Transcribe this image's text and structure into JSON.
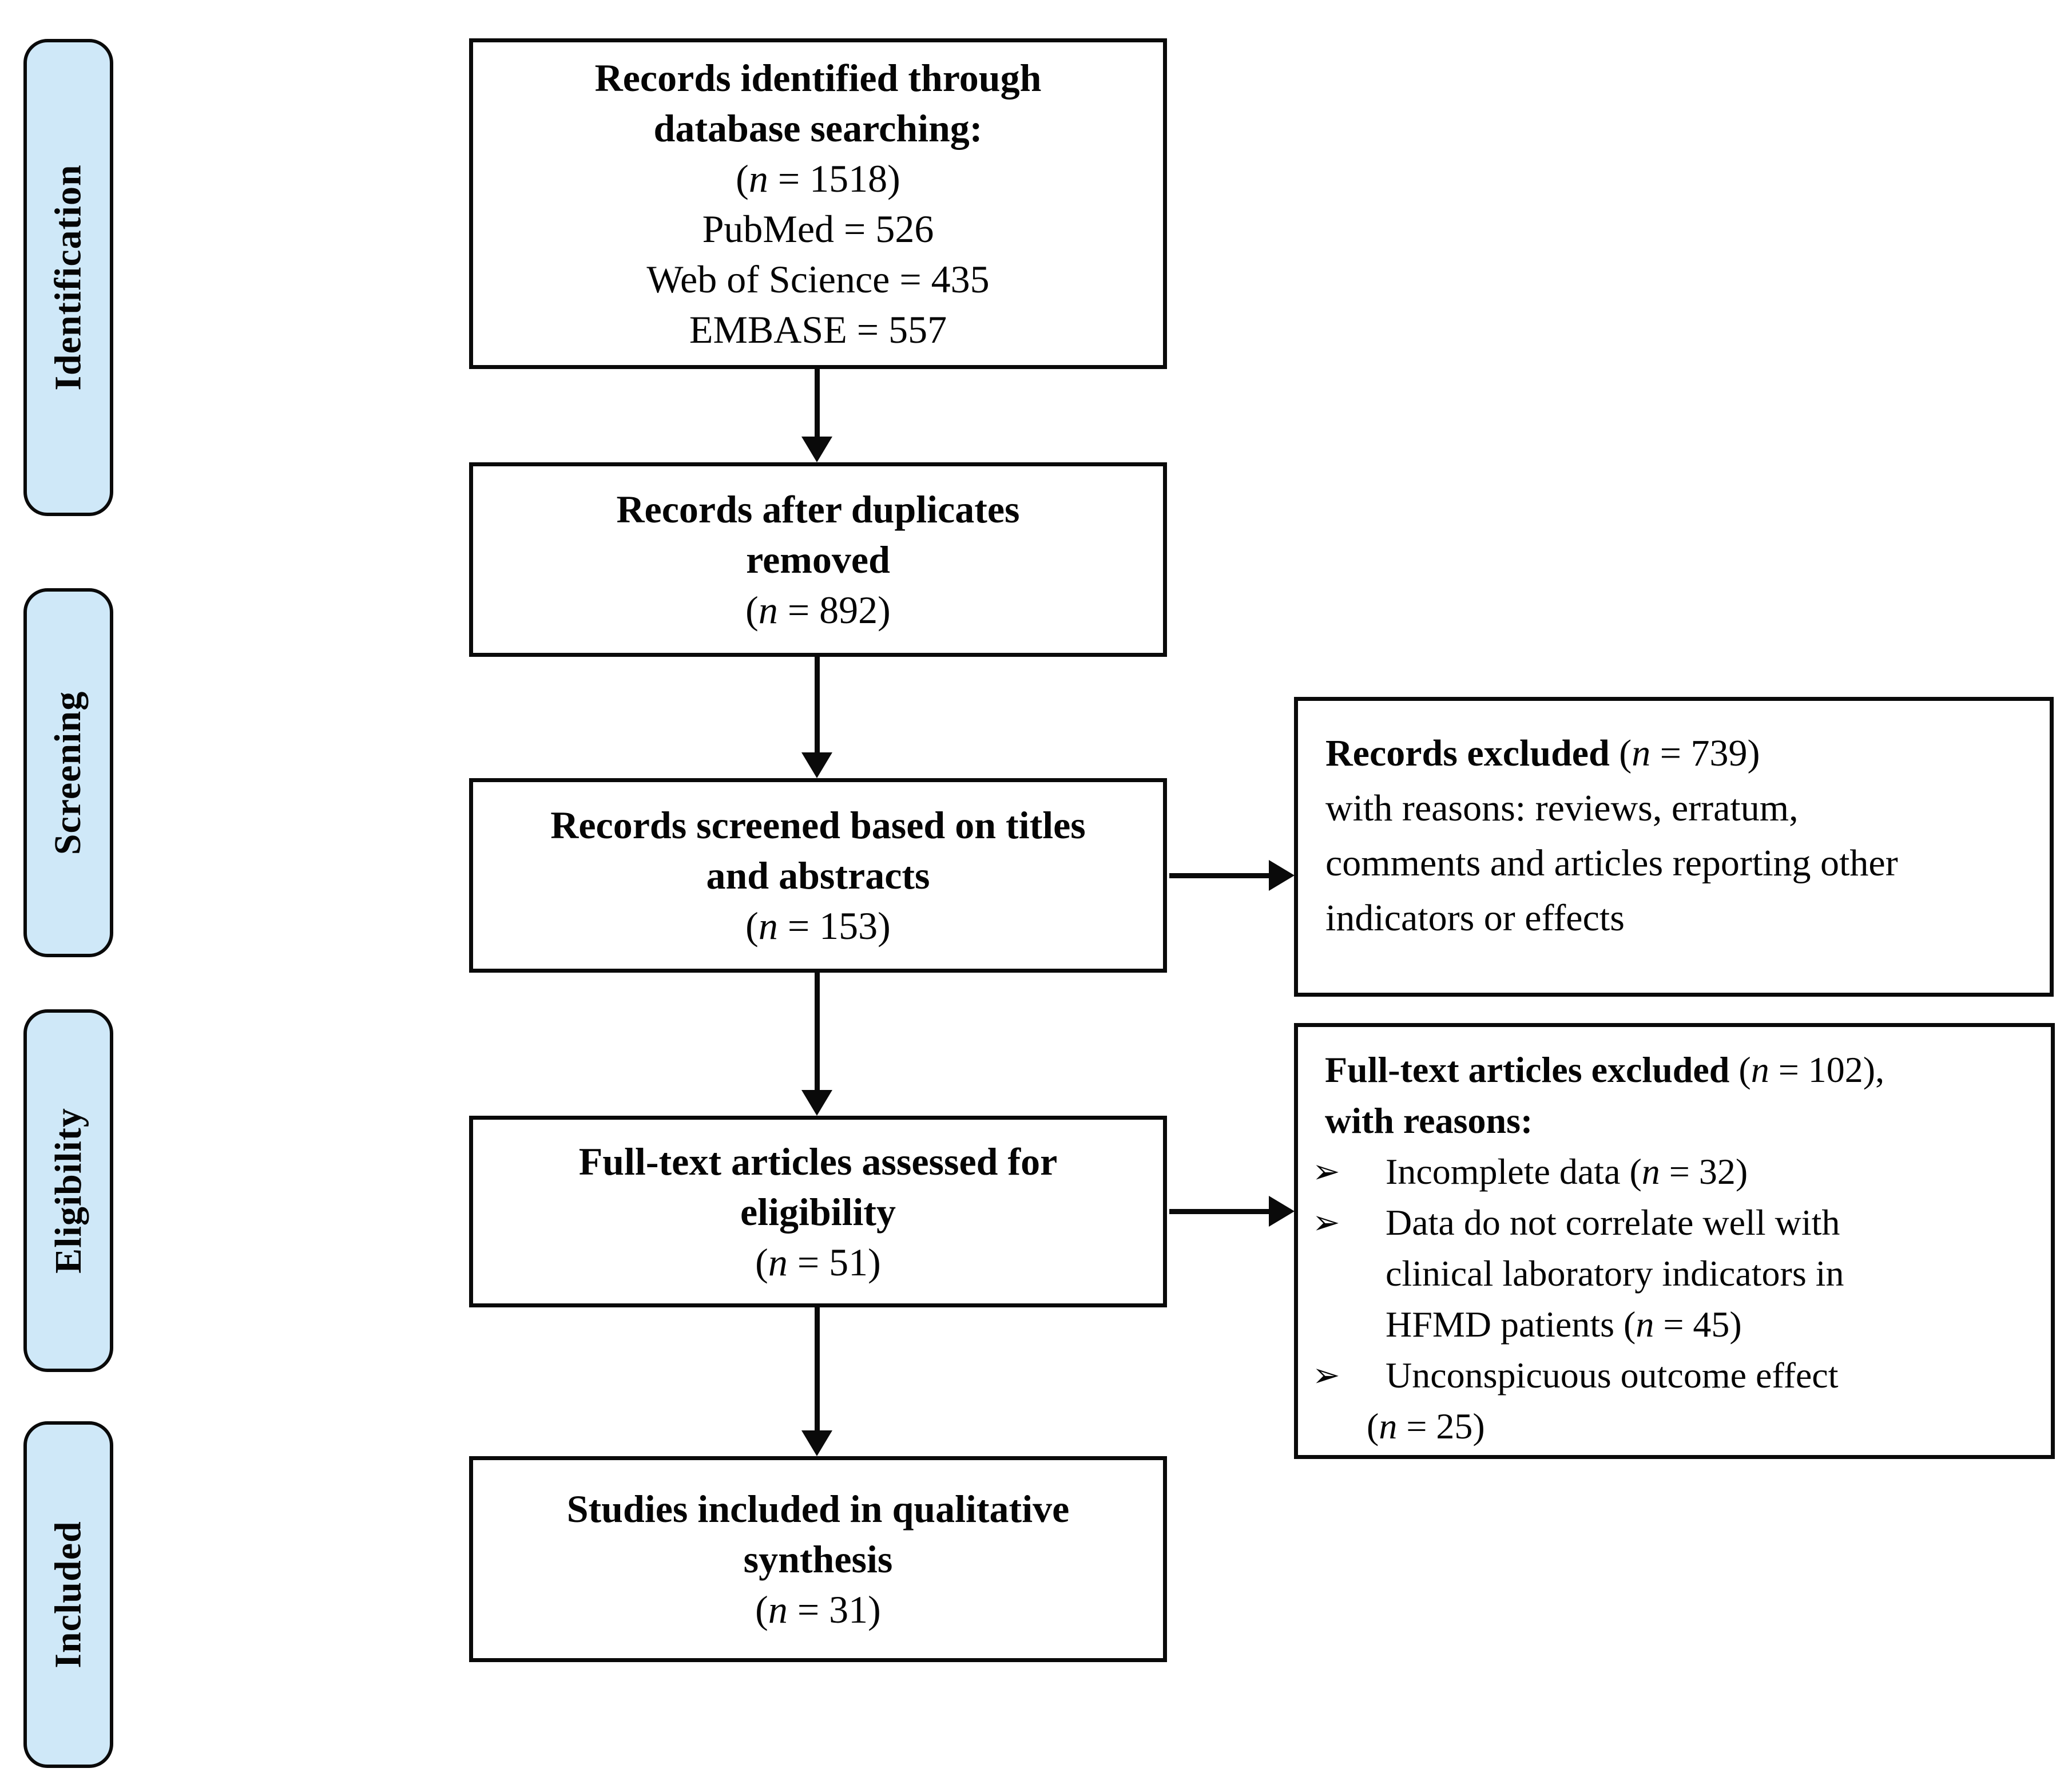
{
  "colors": {
    "background": "#ffffff",
    "stage_fill": "#cfe8f8",
    "box_border": "#0a0a0a",
    "arrow": "#0a0a0a"
  },
  "sidebar": {
    "stages": [
      {
        "label": "Identification"
      },
      {
        "label": "Screening"
      },
      {
        "label": "Eligibility"
      },
      {
        "label": "Included"
      }
    ]
  },
  "flow": {
    "identified": {
      "lines": [
        [
          {
            "t": "Records identified through",
            "b": true
          }
        ],
        [
          {
            "t": "database searching:",
            "b": true
          }
        ],
        [
          {
            "t": "("
          },
          {
            "t": "n",
            "i": true
          },
          {
            "t": " = 1518)"
          }
        ],
        [
          {
            "t": "PubMed = 526"
          }
        ],
        [
          {
            "t": "Web of Science = 435"
          }
        ],
        [
          {
            "t": "EMBASE = 557"
          }
        ]
      ]
    },
    "duplicates_removed": {
      "lines": [
        [
          {
            "t": "Records after duplicates",
            "b": true
          }
        ],
        [
          {
            "t": "removed",
            "b": true
          }
        ],
        [
          {
            "t": "("
          },
          {
            "t": "n",
            "i": true
          },
          {
            "t": " = 892)"
          }
        ]
      ]
    },
    "screened": {
      "lines": [
        [
          {
            "t": "Records screened based on titles",
            "b": true
          }
        ],
        [
          {
            "t": "and abstracts",
            "b": true
          }
        ],
        [
          {
            "t": "("
          },
          {
            "t": "n",
            "i": true
          },
          {
            "t": " = 153)"
          }
        ]
      ]
    },
    "fulltext_assessed": {
      "lines": [
        [
          {
            "t": "Full-text articles assessed for",
            "b": true
          }
        ],
        [
          {
            "t": "eligibility",
            "b": true
          }
        ],
        [
          {
            "t": "("
          },
          {
            "t": "n",
            "i": true
          },
          {
            "t": " = 51)"
          }
        ]
      ]
    },
    "included_synthesis": {
      "lines": [
        [
          {
            "t": "Studies included in qualitative",
            "b": true
          }
        ],
        [
          {
            "t": "synthesis",
            "b": true
          }
        ],
        [
          {
            "t": "("
          },
          {
            "t": "n",
            "i": true
          },
          {
            "t": " = 31)"
          }
        ]
      ]
    }
  },
  "exclusions": {
    "records_excluded": {
      "lines": [
        [
          {
            "t": "Records excluded ",
            "b": true
          },
          {
            "t": "("
          },
          {
            "t": "n",
            "i": true
          },
          {
            "t": " = 739)"
          }
        ],
        [
          {
            "t": "with reasons: reviews, erratum,"
          }
        ],
        [
          {
            "t": "comments and articles reporting other"
          }
        ],
        [
          {
            "t": "indicators or effects"
          }
        ]
      ]
    },
    "fulltext_excluded": {
      "marker": "➢",
      "header": [
        [
          {
            "t": "Full-text articles excluded ",
            "b": true
          },
          {
            "t": "("
          },
          {
            "t": "n",
            "i": true
          },
          {
            "t": " = 102),"
          }
        ],
        [
          {
            "t": "with reasons:",
            "b": true
          }
        ]
      ],
      "bullets": [
        {
          "lines": [
            [
              {
                "t": "Incomplete data ("
              },
              {
                "t": "n",
                "i": true
              },
              {
                "t": " = 32)"
              }
            ]
          ]
        },
        {
          "lines": [
            [
              {
                "t": "Data do not correlate well with"
              }
            ],
            [
              {
                "t": "clinical laboratory indicators in"
              }
            ],
            [
              {
                "t": "HFMD patients ("
              },
              {
                "t": "n",
                "i": true
              },
              {
                "t": " = 45)"
              }
            ]
          ]
        },
        {
          "lines": [
            [
              {
                "t": "Unconspicuous outcome effect"
              }
            ]
          ]
        }
      ],
      "continuation": [
        [
          {
            "t": "("
          },
          {
            "t": "n",
            "i": true
          },
          {
            "t": " = 25)"
          }
        ]
      ]
    }
  }
}
